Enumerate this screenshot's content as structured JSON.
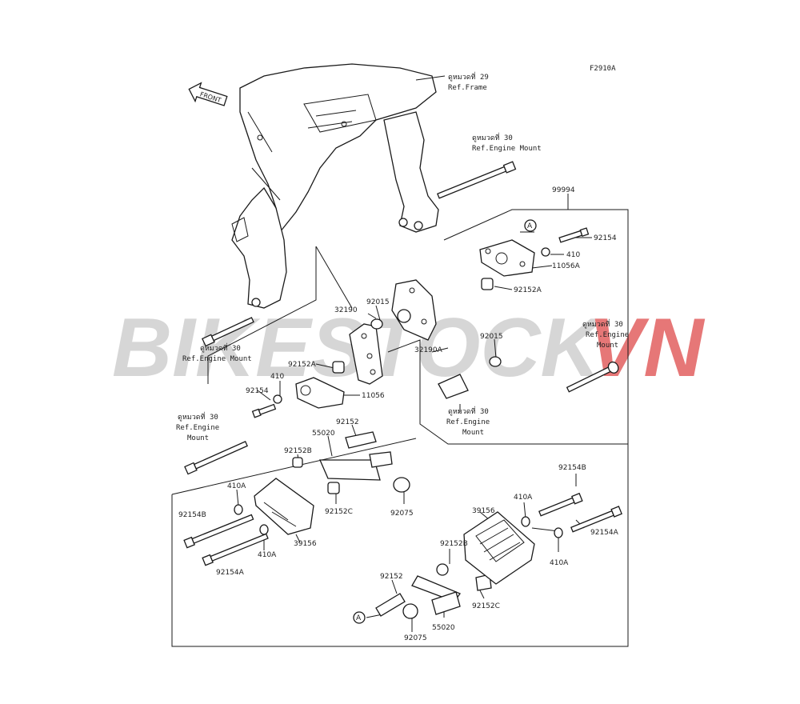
{
  "figure_code": "F2910A",
  "front_label": "FRONT",
  "watermark": {
    "left": "BIKESTOCK",
    "right": "VN",
    "left_color": "#c8c8c8",
    "right_color": "#e05050"
  },
  "refs": {
    "frame29": [
      "ดูหมวดที่ 29",
      "Ref.Frame"
    ],
    "engine30_top": [
      "ดูหมวดที่ 30",
      "Ref.Engine Mount"
    ],
    "engine30_right": [
      "ดูหมวดที่ 30",
      "Ref.Engine",
      "Mount"
    ],
    "engine30_left": [
      "ดูหมวดที่ 30",
      "Ref.Engine Mount"
    ],
    "engine30_mid": [
      "ดูหมวดที่ 30",
      "Ref.Engine",
      "Mount"
    ],
    "engine30_farleft": [
      "ดูหมวดที่ 30",
      "Ref.Engine",
      "Mount"
    ]
  },
  "parts": {
    "p99994": "99994",
    "p92154_a": "92154",
    "p410_a": "410",
    "p11056A": "11056A",
    "p92152A_a": "92152A",
    "p92015_a": "92015",
    "p32190": "32190",
    "p92015_b": "92015",
    "p32190A": "32190A",
    "p92152A_b": "92152A",
    "p410_b": "410",
    "p92154_b": "92154",
    "p11056": "11056",
    "p92152_a": "92152",
    "p55020_a": "55020",
    "p92152B_a": "92152B",
    "p410A_a": "410A",
    "p92152C_a": "92152C",
    "p92075_a": "92075",
    "p92154B_a": "92154B",
    "p410A_b": "410A",
    "p39156_a": "39156",
    "p92154A_a": "92154A",
    "p92154B_b": "92154B",
    "p410A_c": "410A",
    "p39156_b": "39156",
    "p92154A_b": "92154A",
    "p92152B_b": "92152B",
    "p410A_d": "410A",
    "p92152_b": "92152",
    "p92152C_b": "92152C",
    "p55020_b": "55020",
    "p92075_b": "92075",
    "callout_A1": "A",
    "callout_A2": "A"
  }
}
